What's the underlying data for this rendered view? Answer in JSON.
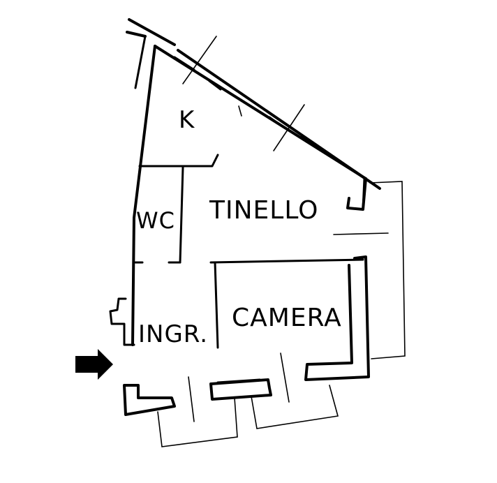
{
  "rooms": {
    "kitchen": "K",
    "living": "TINELLO",
    "bathroom": "WC",
    "bedroom": "CAMERA",
    "entrance": "INGR."
  },
  "entrance_marker": {
    "icon": "arrow-right-icon",
    "color": "#000000"
  },
  "line_color": "#000000"
}
